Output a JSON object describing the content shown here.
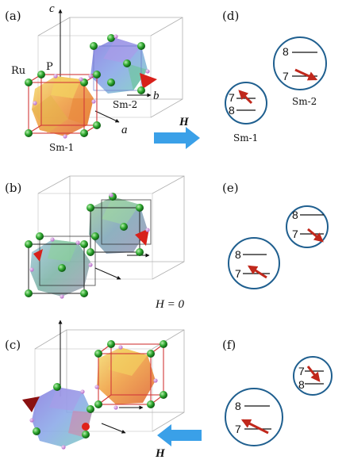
{
  "panels": {
    "a": "(a)",
    "b": "(b)",
    "c": "(c)",
    "d": "(d)",
    "e": "(e)",
    "f": "(f)"
  },
  "axes": {
    "c": "c",
    "a": "a",
    "b": "b"
  },
  "atoms": {
    "ru": "Ru",
    "p": "P"
  },
  "sites": {
    "sm1": "Sm-1",
    "sm2": "Sm-2"
  },
  "field": {
    "H": "H",
    "zero": "H = 0"
  },
  "levels": {
    "seven": "7",
    "eight": "8"
  },
  "colors": {
    "arrow_blue": "#3aa0e8",
    "spin_arrow": "#c0281c",
    "circle": "#1f5f8f",
    "cube_red": "#d23a3a",
    "atom_green": "#2fa82f"
  }
}
